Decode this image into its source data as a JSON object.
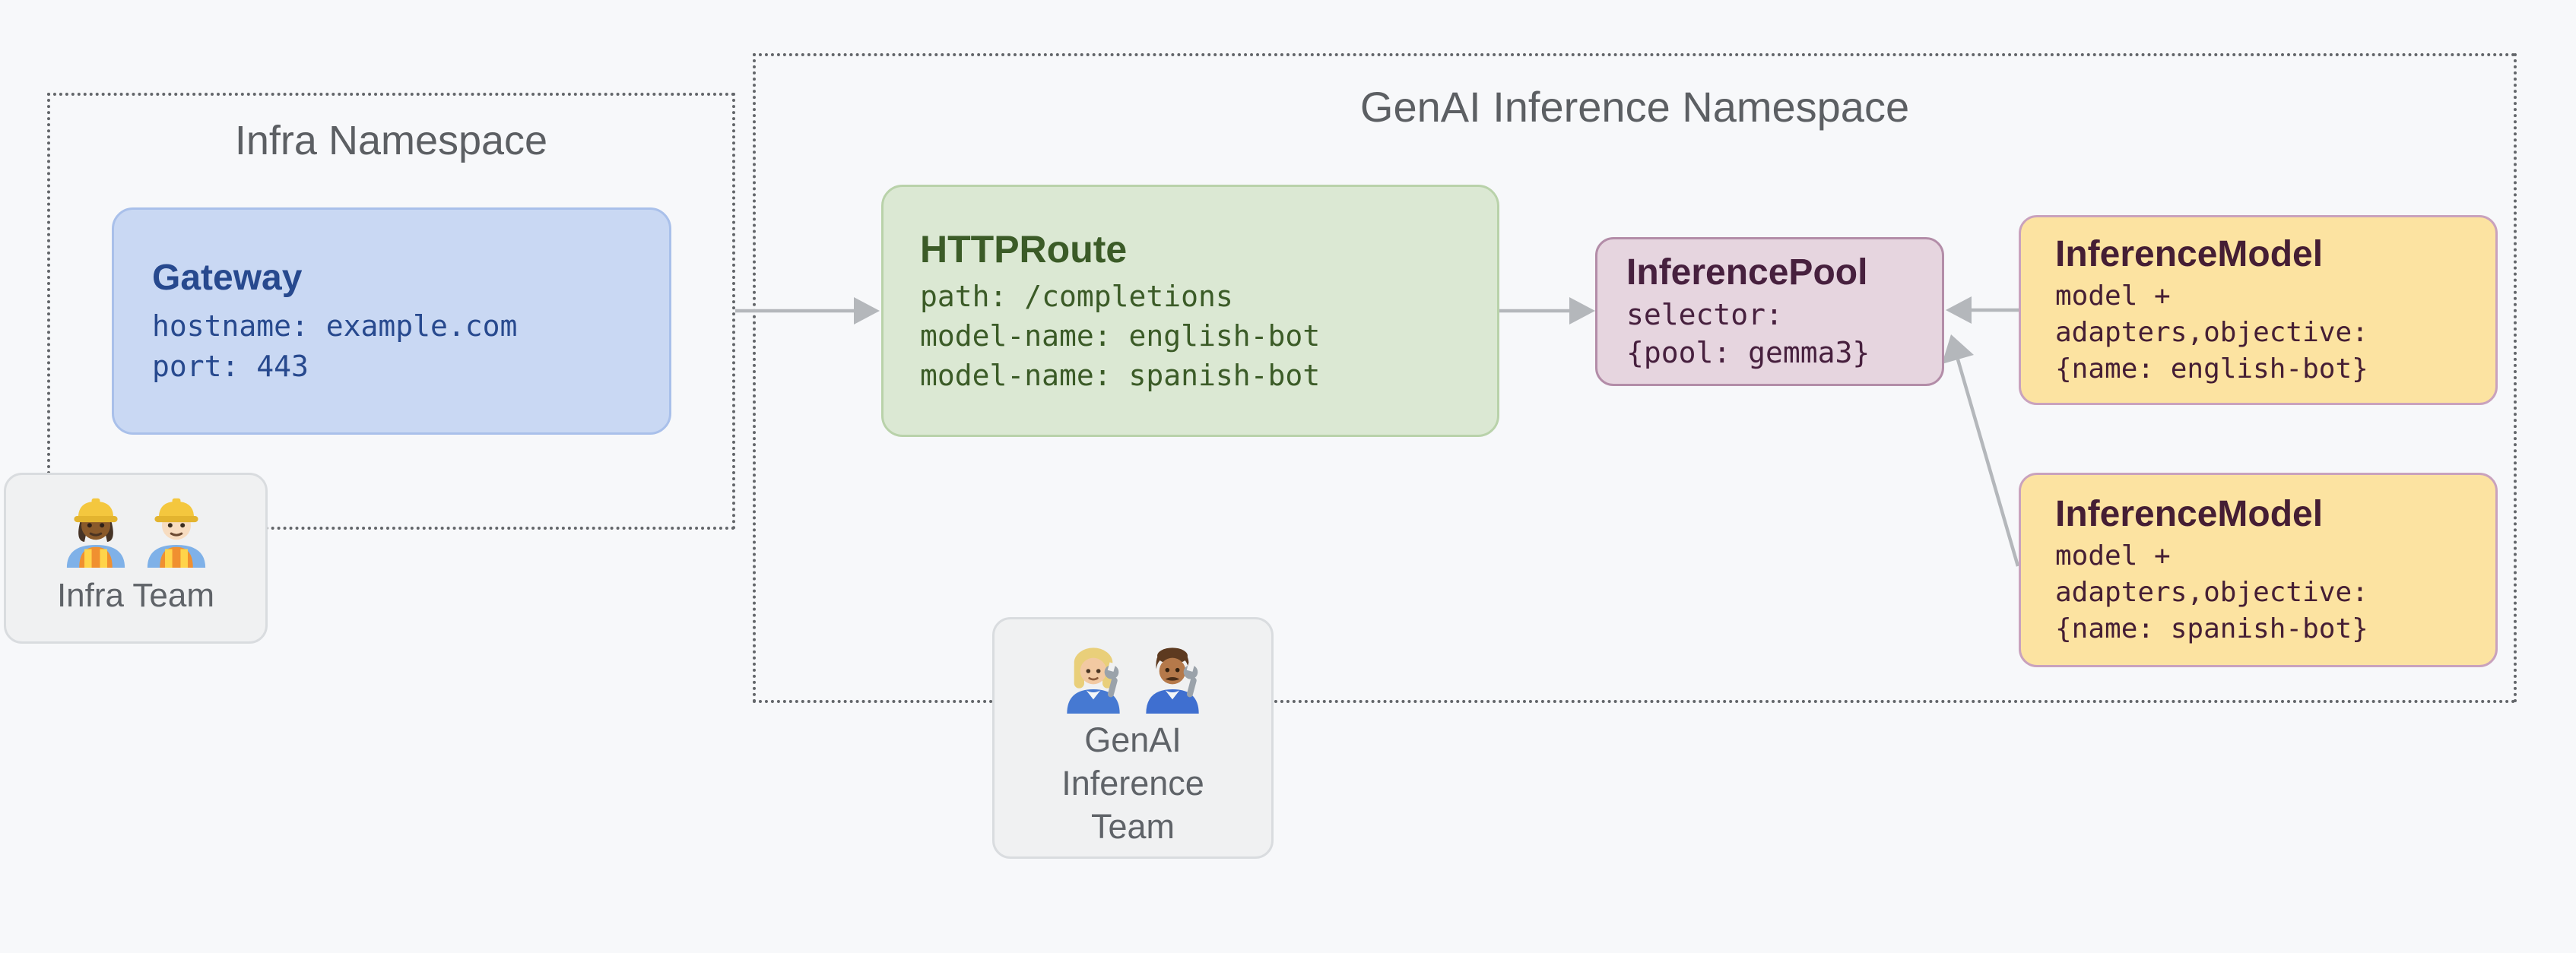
{
  "infra_namespace": {
    "title": "Infra Namespace",
    "gateway": {
      "title": "Gateway",
      "lines": [
        "hostname: example.com",
        "port: 443"
      ]
    }
  },
  "genai_namespace": {
    "title": "GenAI Inference Namespace",
    "httproute": {
      "title": "HTTPRoute",
      "lines": [
        "path: /completions",
        "model-name: english-bot",
        "model-name: spanish-bot"
      ]
    },
    "inference_pool": {
      "title": "InferencePool",
      "lines": [
        "selector:",
        "{pool: gemma3}"
      ]
    },
    "inference_model_english": {
      "title": "InferenceModel",
      "lines": [
        "model +",
        "adapters,objective:",
        "{name: english-bot}"
      ]
    },
    "inference_model_spanish": {
      "title": "InferenceModel",
      "lines": [
        "model +",
        "adapters,objective:",
        "{name: spanish-bot}"
      ]
    }
  },
  "infra_team": {
    "label": "Infra Team",
    "members": [
      {
        "icon": "woman-construction-worker-emoji",
        "emoji": "👷🏾‍♀️"
      },
      {
        "icon": "man-construction-worker-emoji",
        "emoji": "👷🏻"
      }
    ]
  },
  "genai_team": {
    "label_lines": [
      "GenAI",
      "Inference",
      "Team"
    ],
    "members": [
      {
        "icon": "woman-mechanic-emoji",
        "emoji": "👩🏼‍🔧"
      },
      {
        "icon": "man-mechanic-emoji",
        "emoji": "👨🏽‍🔧"
      }
    ]
  },
  "connections": [
    {
      "from": "Gateway",
      "to": "HTTPRoute"
    },
    {
      "from": "HTTPRoute",
      "to": "InferencePool"
    },
    {
      "from": "InferenceModel {name: english-bot}",
      "to": "InferencePool"
    },
    {
      "from": "InferenceModel {name: spanish-bot}",
      "to": "InferencePool"
    }
  ],
  "colors": {
    "background": "#f7f8fa",
    "namespace_border": "#63666a",
    "namespace_title": "#5c5f63",
    "arrow": "#b4b7bb",
    "gateway_fill": "#c9d8f3",
    "gateway_border": "#a9c0ea",
    "gateway_text": "#27498e",
    "httproute_fill": "#dbe8d3",
    "httproute_border": "#b9d2aa",
    "httproute_text": "#3b5b27",
    "inference_pool_fill": "#e6d5df",
    "inference_pool_border": "#b38da8",
    "inference_pool_text": "#47203e",
    "inference_model_fill": "#fce3a1",
    "inference_model_border": "#c9a2bd",
    "inference_model_text": "#451e34",
    "team_fill": "#f0f1f2",
    "team_border": "#d9dcdf",
    "team_text": "#5f6368"
  }
}
